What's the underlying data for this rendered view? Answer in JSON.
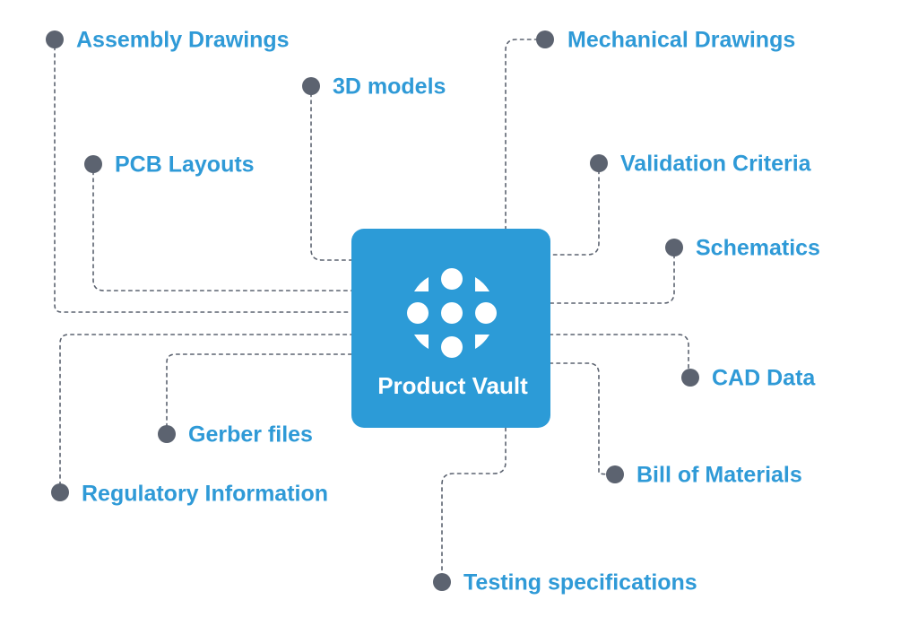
{
  "hub": {
    "title": "Product Vault",
    "icon": "vault-dots-icon",
    "color": "#2c9bd7"
  },
  "colors": {
    "label": "#2f9ad7",
    "dot": "#5c6370",
    "connector": "#5c6370"
  },
  "nodes": [
    {
      "id": "assembly-drawings",
      "label": "Assembly Drawings"
    },
    {
      "id": "mechanical-drawings",
      "label": "Mechanical Drawings"
    },
    {
      "id": "3d-models",
      "label": "3D models"
    },
    {
      "id": "pcb-layouts",
      "label": "PCB Layouts"
    },
    {
      "id": "validation-criteria",
      "label": "Validation Criteria"
    },
    {
      "id": "schematics",
      "label": "Schematics"
    },
    {
      "id": "cad-data",
      "label": "CAD Data"
    },
    {
      "id": "gerber-files",
      "label": "Gerber files"
    },
    {
      "id": "bill-of-materials",
      "label": "Bill of Materials"
    },
    {
      "id": "regulatory-information",
      "label": "Regulatory Information"
    },
    {
      "id": "testing-specifications",
      "label": "Testing specifications"
    }
  ]
}
